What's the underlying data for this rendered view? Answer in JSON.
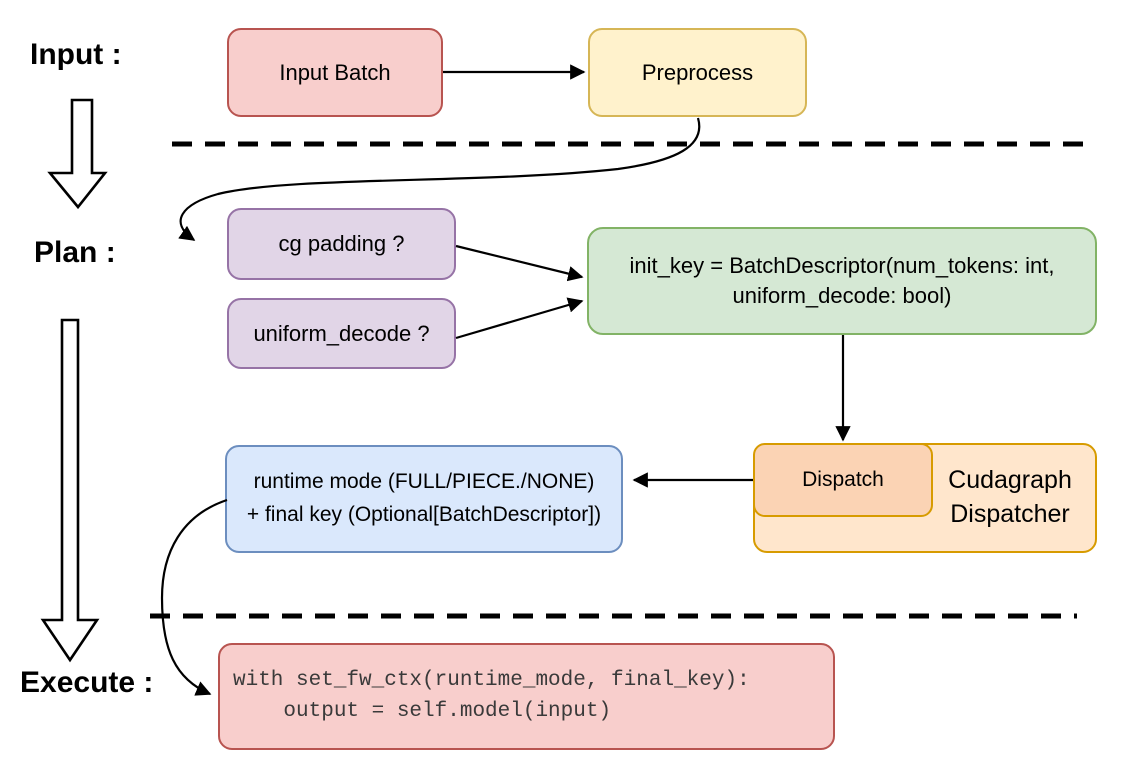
{
  "section_labels": {
    "input": "Input :",
    "plan": "Plan :",
    "execute": "Execute :"
  },
  "nodes": {
    "input_batch": {
      "label": "Input Batch"
    },
    "preprocess": {
      "label": "Preprocess"
    },
    "cg_padding": {
      "label": "cg padding ?"
    },
    "uniform_decode": {
      "label": "uniform_decode ?"
    },
    "init_key": {
      "line1": "init_key = BatchDescriptor(num_tokens: int,",
      "line2": "uniform_decode: bool)"
    },
    "dispatch": {
      "label": "Dispatch"
    },
    "cudagraph_dispatcher": {
      "line1": "Cudagraph",
      "line2": "Dispatcher"
    },
    "runtime_mode": {
      "line1": "runtime mode (FULL/PIECE./NONE)",
      "line2": "+ final key (Optional[BatchDescriptor])"
    },
    "execute_code": {
      "line1": "with set_fw_ctx(runtime_mode, final_key):",
      "line2": "    output = self.model(input)"
    }
  },
  "colors": {
    "red_fill": "#f8cecc",
    "red_border": "#b85450",
    "yellow_fill": "#fff2cc",
    "yellow_border": "#d6b656",
    "purple_fill": "#e1d5e7",
    "purple_border": "#9673a6",
    "green_fill": "#d5e8d4",
    "green_border": "#82b366",
    "blue_fill": "#dae8fc",
    "blue_border": "#6c8ebf",
    "orange_light_fill": "#ffe6cc",
    "orange_fill": "#fbd3b4",
    "orange_border": "#d79b00",
    "connector": "#000000",
    "code_text": "#3a3a3a"
  }
}
